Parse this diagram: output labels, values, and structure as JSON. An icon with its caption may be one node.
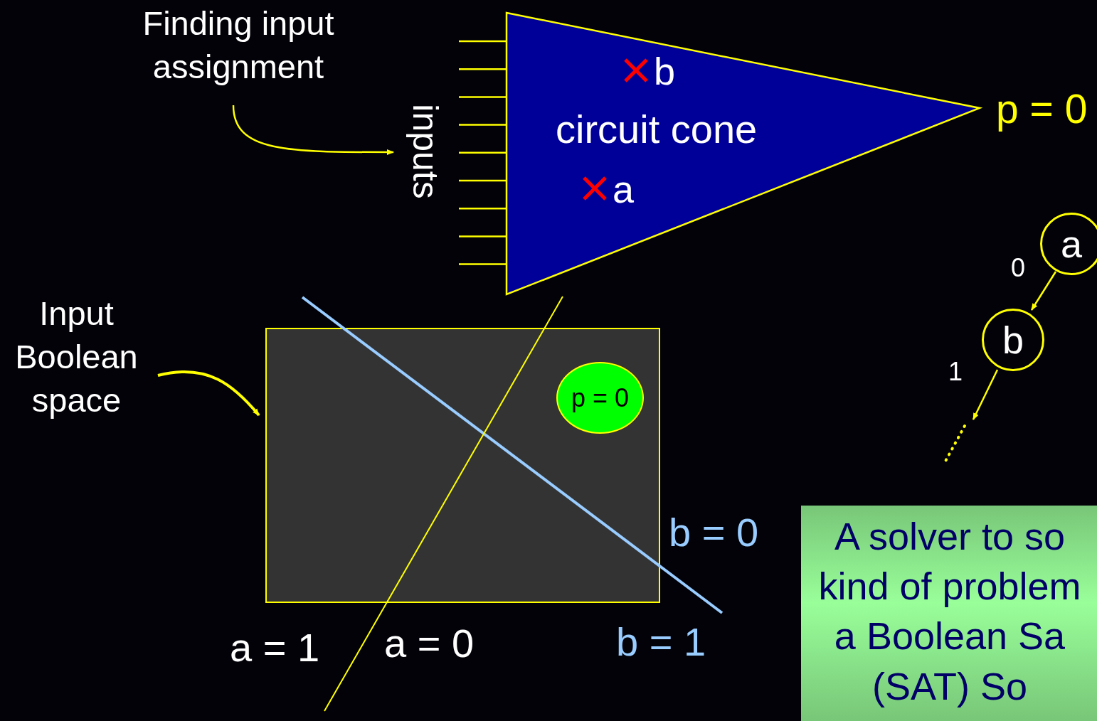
{
  "diagram": {
    "nodes": [
      {
        "text": [
          "Finding input assignment"
        ]
      },
      {
        "text": [
          "inputs"
        ]
      },
      {
        "text": [
          "circuit cone"
        ]
      },
      {
        "text": [
          "b"
        ],
        "in": 2
      },
      {
        "text": [
          "a"
        ],
        "in": 2
      },
      {
        "text": [
          "Input Boolean space"
        ]
      },
      {
        "text": [],
        "shape": "box"
      },
      {
        "text": [
          "p = 0"
        ],
        "in": 6
      },
      {
        "text": [
          "a"
        ]
      },
      {
        "text": [
          "b"
        ]
      },
      {
        "text": [
          "A solver to so kind of problem a Boolean Sa (SAT) So"
        ]
      },
      {
        "text": [],
        "shape": "dots"
      }
    ],
    "edges": [
      {
        "from": 0,
        "to": 1,
        "arrow": "to"
      },
      {
        "from": 5,
        "to": 6,
        "arrow": "to"
      },
      {
        "from": 8,
        "to": 9,
        "arrow": "to",
        "label": "0"
      },
      {
        "from": 9,
        "to": 11,
        "arrow": "to",
        "label": "1"
      }
    ],
    "labels": [
      "p = 0",
      "b = 0",
      "a = 1",
      "a = 0",
      "b = 1"
    ]
  }
}
